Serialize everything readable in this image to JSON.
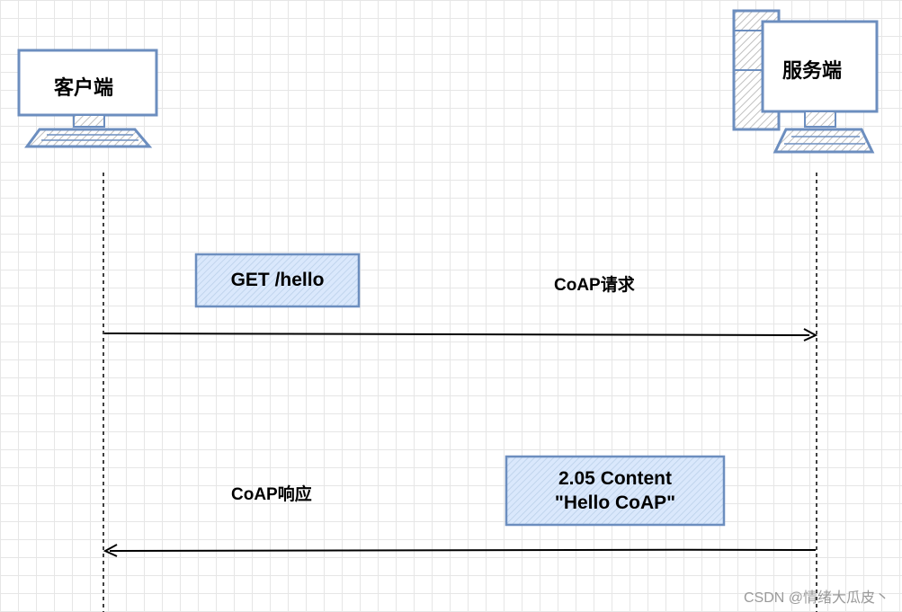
{
  "nodes": {
    "client": {
      "label": "客户端"
    },
    "server": {
      "label": "服务端"
    }
  },
  "messages": {
    "request": {
      "box_text": "GET /hello",
      "label": "CoAP请求"
    },
    "response": {
      "box_line1": "2.05 Content",
      "box_line2": "\"Hello CoAP\"",
      "label": "CoAP响应"
    }
  },
  "watermark": "CSDN @情绪大瓜皮丶",
  "colors": {
    "computer_stroke": "#6c8ebf",
    "box_fill": "#dae8fc",
    "hatch": "#c0c0c0",
    "arrow": "#000000"
  }
}
